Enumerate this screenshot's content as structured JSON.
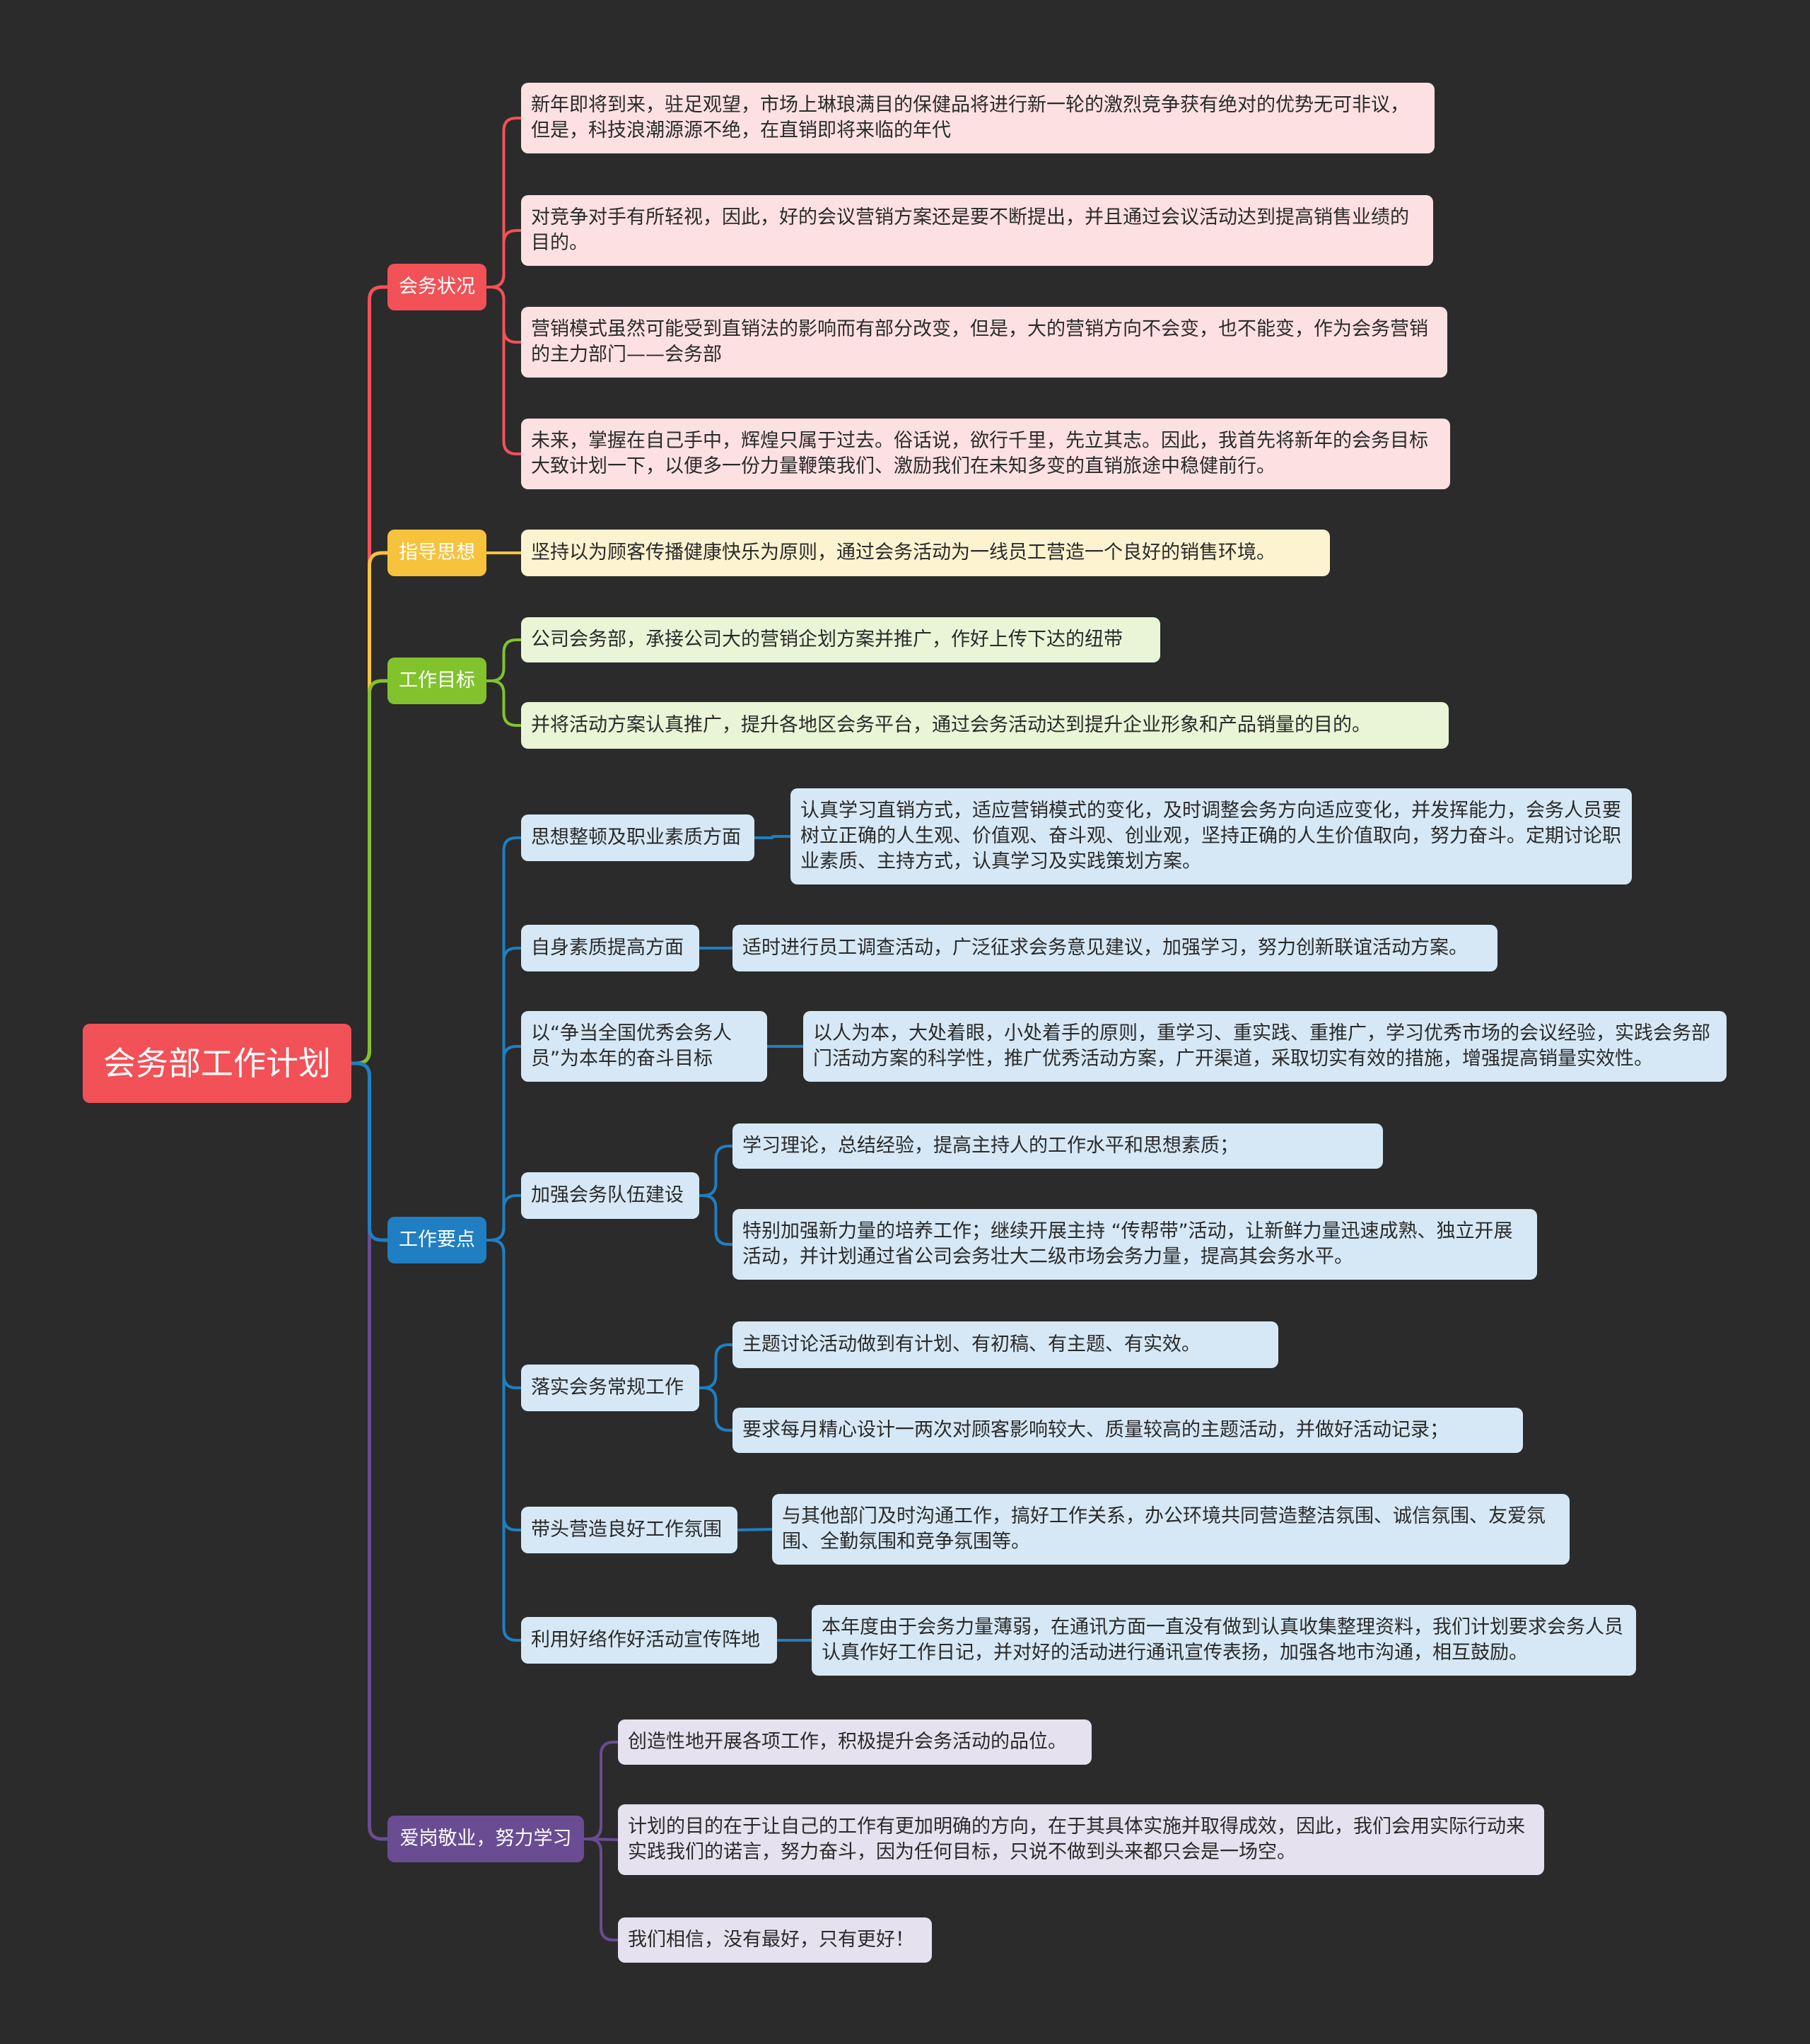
{
  "root": {
    "label": "会务部工作计划"
  },
  "branches": {
    "b1": {
      "label": "会务状况",
      "color": "#f25157",
      "leaf_bg": "#fde1e2",
      "items": [
        "新年即将到来，驻足观望，市场上琳琅满目的保健品将进行新一轮的激烈竞争获有绝对的优势无可非议，但是，科技浪潮源源不绝，在直销即将来临的年代",
        "对竞争对手有所轻视，因此，好的会议营销方案还是要不断提出，并且通过会议活动达到提高销售业绩的目的。",
        "营销模式虽然可能受到直销法的影响而有部分改变，但是，大的营销方向不会变，也不能变，作为会务营销的主力部门——会务部",
        "未来，掌握在自己手中，辉煌只属于过去。俗话说，欲行千里，先立其志。因此，我首先将新年的会务目标大致计划一下，以便多一份力量鞭策我们、激励我们在未知多变的直销旅途中稳健前行。"
      ]
    },
    "b2": {
      "label": "指导思想",
      "color": "#f7c23c",
      "leaf_bg": "#fdf3d0",
      "items": [
        "坚持以为顾客传播健康快乐为原则，通过会务活动为一线员工营造一个良好的销售环境。"
      ]
    },
    "b3": {
      "label": "工作目标",
      "color": "#82c22d",
      "leaf_bg": "#e9f5d6",
      "items": [
        "公司会务部，承接公司大的营销企划方案并推广，作好上传下达的纽带",
        "并将活动方案认真推广，提升各地区会务平台，通过会务活动达到提升企业形象和产品销量的目的。"
      ]
    },
    "b4": {
      "label": "工作要点",
      "color": "#1f7fc2",
      "leaf_bg": "#d6e8f5",
      "subs": [
        {
          "label": "思想整顿及职业素质方面",
          "items": [
            "认真学习直销方式，适应营销模式的变化，及时调整会务方向适应变化，并发挥能力，会务人员要树立正确的人生观、价值观、奋斗观、创业观，坚持正确的人生价值取向，努力奋斗。定期讨论职业素质、主持方式，认真学习及实践策划方案。"
          ]
        },
        {
          "label": "自身素质提高方面",
          "items": [
            "适时进行员工调查活动，广泛征求会务意见建议，加强学习，努力创新联谊活动方案。"
          ]
        },
        {
          "label": "以“争当全国优秀会务人员”为本年的奋斗目标",
          "items": [
            "以人为本，大处着眼，小处着手的原则，重学习、重实践、重推广，学习优秀市场的会议经验，实践会务部门活动方案的科学性，推广优秀活动方案，广开渠道，采取切实有效的措施，增强提高销量实效性。"
          ]
        },
        {
          "label": "加强会务队伍建设",
          "items": [
            "学习理论，总结经验，提高主持人的工作水平和思想素质；",
            "特别加强新力量的培养工作；继续开展主持 “传帮带”活动，让新鲜力量迅速成熟、独立开展活动，并计划通过省公司会务壮大二级市场会务力量，提高其会务水平。"
          ]
        },
        {
          "label": "落实会务常规工作",
          "items": [
            "主题讨论活动做到有计划、有初稿、有主题、有实效。",
            "要求每月精心设计一两次对顾客影响较大、质量较高的主题活动，并做好活动记录；"
          ]
        },
        {
          "label": "带头营造良好工作氛围",
          "items": [
            "与其他部门及时沟通工作，搞好工作关系，办公环境共同营造整洁氛围、诚信氛围、友爱氛围、全勤氛围和竞争氛围等。"
          ]
        },
        {
          "label": "利用好络作好活动宣传阵地",
          "items": [
            "本年度由于会务力量薄弱，在通讯方面一直没有做到认真收集整理资料，我们计划要求会务人员认真作好工作日记，并对好的活动进行通讯宣传表扬，加强各地市沟通，相互鼓励。"
          ]
        }
      ]
    },
    "b5": {
      "label": "爱岗敬业，努力学习",
      "color": "#6a4c93",
      "leaf_bg": "#e6e1ee",
      "items": [
        "创造性地开展各项工作，积极提升会务活动的品位。",
        "计划的目的在于让自己的工作有更加明确的方向，在于其具体实施并取得成效，因此，我们会用实际行动来实践我们的诺言，努力奋斗，因为任何目标，只说不做到头来都只会是一场空。",
        "我们相信，没有最好，只有更好！"
      ]
    }
  }
}
